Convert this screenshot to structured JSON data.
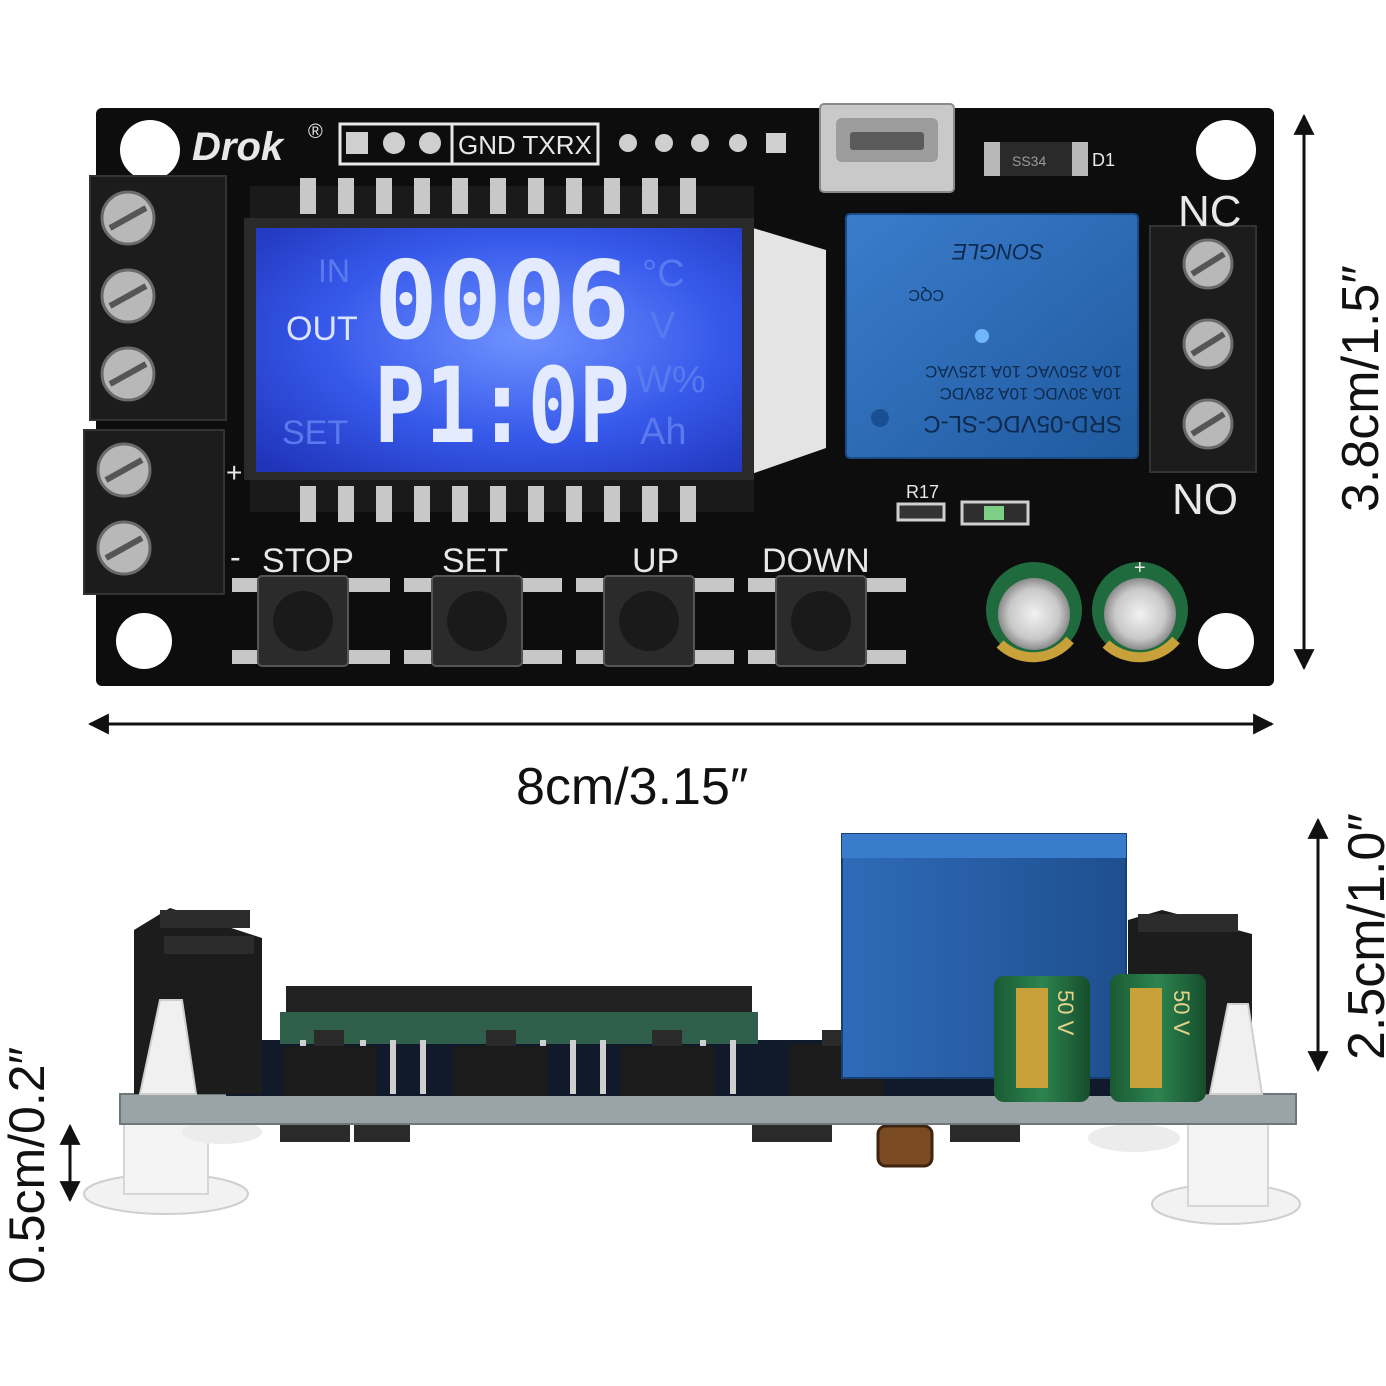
{
  "board_top": {
    "brand": "Drok",
    "brand_mark": "®",
    "header_label": "GND TXRX",
    "diode_part": "SS34",
    "diode_label": "D1",
    "resistor_label": "R17",
    "relay_terminal_top": "NC",
    "relay_terminal_bottom": "NO",
    "power_plus": "+",
    "power_minus": "-",
    "cap_plus": "+",
    "buttons": [
      {
        "label": "STOP"
      },
      {
        "label": "SET"
      },
      {
        "label": "UP"
      },
      {
        "label": "DOWN"
      }
    ],
    "lcd": {
      "line1": "0006",
      "line2": "P1:0P",
      "ind_in": "IN",
      "ind_out": "OUT",
      "ind_set": "SET",
      "unit_c": "°C",
      "unit_v": "V",
      "unit_w": "W%",
      "unit_ah": "Ah"
    },
    "relay_text": {
      "model": "SRD-05VDC-SL-C",
      "rating1": "10A  30VDC   10A  28VDC",
      "rating2": "10A  250VAC  10A  125VAC",
      "brand": "SONGLE",
      "cert": "CQC"
    }
  },
  "board_side": {
    "cap_rating": "50 V"
  },
  "dimensions": {
    "width": "8cm/3.15″",
    "height_top": "3.8cm/1.5″",
    "height_side": "2.5cm/1.0″",
    "standoff": "0.5cm/0.2″"
  },
  "colors": {
    "pcb": "#0d0d0d",
    "lcd_blue": "#2c4fe3",
    "relay_blue": "#2a6cc0",
    "cap_green": "#1f6b3d",
    "terminal_black": "#1c1c1c"
  }
}
